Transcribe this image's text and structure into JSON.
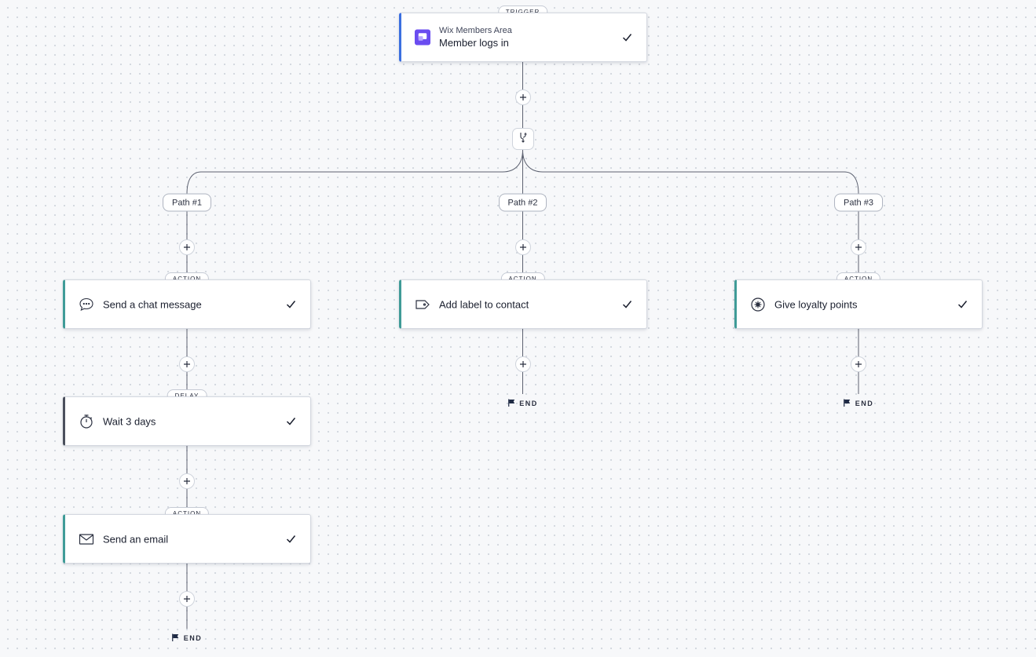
{
  "trigger": {
    "tag": "TRIGGER",
    "app": "Wix Members Area",
    "title": "Member logs in",
    "icon": "members-area-app-icon",
    "accent": "#3b6fe0"
  },
  "paths": [
    {
      "label": "Path #1",
      "steps": [
        {
          "tag": "ACTION",
          "title": "Send a chat message",
          "icon": "chat-bubble-icon"
        },
        {
          "tag": "DELAY",
          "title": "Wait 3 days",
          "icon": "stopwatch-icon"
        },
        {
          "tag": "ACTION",
          "title": "Send an email",
          "icon": "envelope-icon"
        }
      ],
      "end": "END"
    },
    {
      "label": "Path #2",
      "steps": [
        {
          "tag": "ACTION",
          "title": "Add label to contact",
          "icon": "label-tag-icon"
        }
      ],
      "end": "END"
    },
    {
      "label": "Path #3",
      "steps": [
        {
          "tag": "ACTION",
          "title": "Give loyalty points",
          "icon": "loyalty-star-icon"
        }
      ],
      "end": "END"
    }
  ],
  "colors": {
    "action_accent": "#3f9b97",
    "delay_accent": "#4a4f5c",
    "trigger_icon_bg": "#6a4cf0",
    "connector": "#5c6170"
  }
}
